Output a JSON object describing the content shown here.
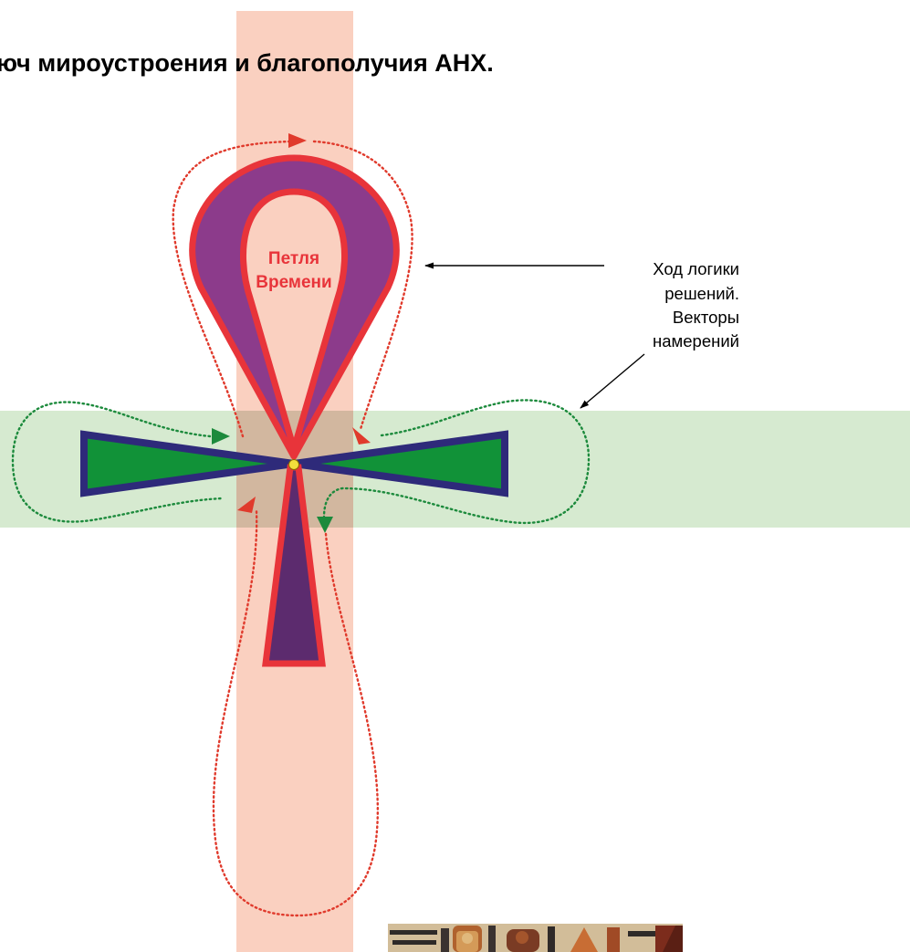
{
  "title": "юч мироустроения и благополучия АНХ.",
  "loop_label": {
    "line1": "Петля",
    "line2": "Времени"
  },
  "annotation": {
    "line1": "Ход логики",
    "line2": "решений.",
    "line3": "Векторы",
    "line4": "намерений"
  },
  "colors": {
    "vertical_band": "#fad0c0",
    "horizontal_band": "#d6ead0",
    "loop_outline": "#e8343a",
    "loop_fill": "#8c3b8b",
    "arm_fill": "#119238",
    "arm_outline": "#2e2a7a",
    "stem_fill": "#5c2b6e",
    "time_arrow": "#e03a2c",
    "intent_arrow": "#1c8a3c",
    "label_red": "#e8343a",
    "center_dot": "#f2df3c"
  },
  "photo_fragment": {
    "icon": "egyptian-painting-fragment"
  }
}
